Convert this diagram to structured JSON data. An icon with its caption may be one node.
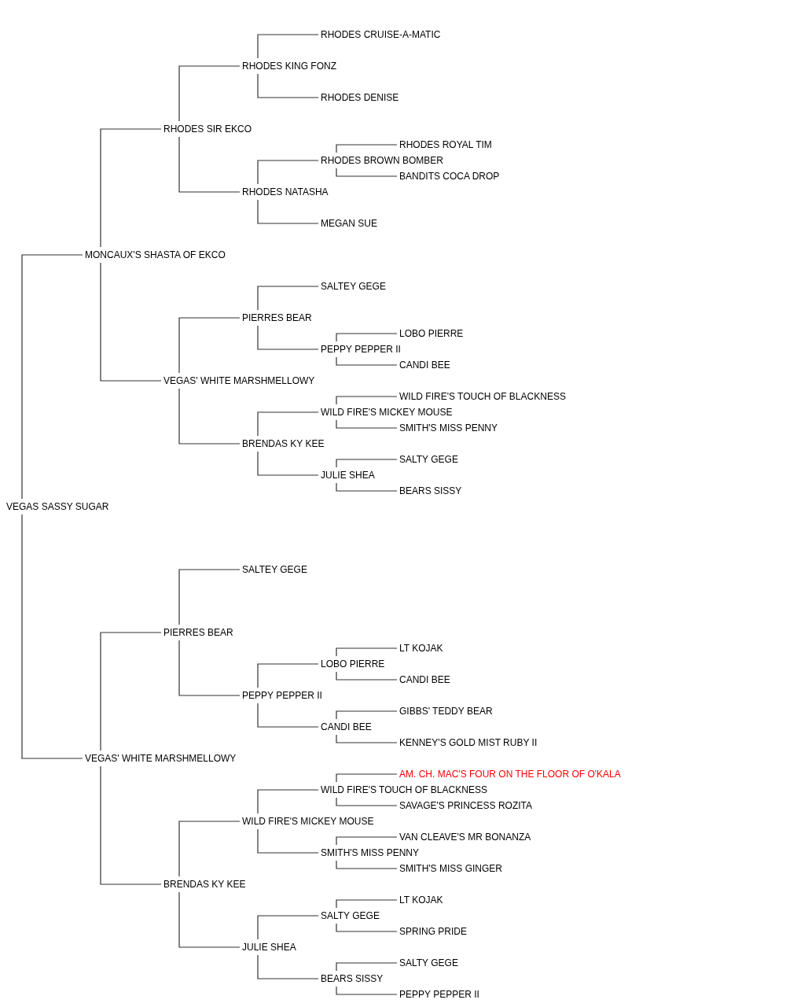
{
  "diagram": {
    "nodes": [
      {
        "text": [
          "VEGAS SASSY SUGAR"
        ]
      },
      {
        "text": [
          "MONCAUX'S SHASTA OF EKCO"
        ]
      },
      {
        "text": [
          "RHODES SIR EKCO"
        ]
      },
      {
        "text": [
          "RHODES KING FONZ"
        ]
      },
      {
        "text": [
          "RHODES CRUISE-A-MATIC"
        ]
      },
      {
        "text": [
          "RHODES DENISE"
        ]
      },
      {
        "text": [
          "RHODES NATASHA"
        ]
      },
      {
        "text": [
          "RHODES BROWN BOMBER"
        ]
      },
      {
        "text": [
          "RHODES ROYAL TIM"
        ]
      },
      {
        "text": [
          "BANDITS COCA DROP"
        ]
      },
      {
        "text": [
          "MEGAN SUE"
        ]
      },
      {
        "text": [
          "VEGAS' WHITE MARSHMELLOWY"
        ]
      },
      {
        "text": [
          "PIERRES BEAR"
        ]
      },
      {
        "text": [
          "SALTEY GEGE"
        ]
      },
      {
        "text": [
          "PEPPY PEPPER II"
        ]
      },
      {
        "text": [
          "LOBO PIERRE"
        ]
      },
      {
        "text": [
          "CANDI BEE"
        ]
      },
      {
        "text": [
          "BRENDAS KY KEE"
        ]
      },
      {
        "text": [
          "WILD FIRE'S MICKEY MOUSE"
        ]
      },
      {
        "text": [
          "WILD FIRE'S TOUCH OF BLACKNESS"
        ]
      },
      {
        "text": [
          "SMITH'S MISS PENNY"
        ]
      },
      {
        "text": [
          "JULIE SHEA"
        ]
      },
      {
        "text": [
          "SALTY GEGE"
        ]
      },
      {
        "text": [
          "BEARS SISSY"
        ]
      },
      {
        "text": [
          "VEGAS' WHITE MARSHMELLOWY"
        ]
      },
      {
        "text": [
          "PIERRES BEAR"
        ]
      },
      {
        "text": [
          "SALTEY GEGE"
        ]
      },
      {
        "text": [
          "PEPPY PEPPER II"
        ]
      },
      {
        "text": [
          "LOBO PIERRE"
        ]
      },
      {
        "text": [
          "LT KOJAK"
        ]
      },
      {
        "text": [
          "CANDI BEE"
        ]
      },
      {
        "text": [
          "CANDI BEE"
        ]
      },
      {
        "text": [
          "GIBBS' TEDDY BEAR"
        ]
      },
      {
        "text": [
          "KENNEY'S GOLD MIST RUBY II"
        ]
      },
      {
        "text": [
          "BRENDAS KY KEE"
        ]
      },
      {
        "text": [
          "WILD FIRE'S MICKEY MOUSE"
        ]
      },
      {
        "text": [
          "WILD FIRE'S TOUCH OF BLACKNESS"
        ]
      },
      {
        "text": [
          "AM. CH. MAC'S FOUR ON THE FLOOR OF O'KALA"
        ]
      },
      {
        "text": [
          "SAVAGE'S PRINCESS ROZITA"
        ]
      },
      {
        "text": [
          "SMITH'S MISS PENNY"
        ]
      },
      {
        "text": [
          "VAN CLEAVE'S MR BONANZA"
        ]
      },
      {
        "text": [
          "SMITH'S MISS GINGER"
        ]
      },
      {
        "text": [
          "JULIE SHEA"
        ]
      },
      {
        "text": [
          "SALTY GEGE"
        ]
      },
      {
        "text": [
          "LT KOJAK"
        ]
      },
      {
        "text": [
          "SPRING PRIDE"
        ]
      },
      {
        "text": [
          "BEARS SISSY"
        ]
      },
      {
        "text": [
          "SALTY GEGE"
        ]
      },
      {
        "text": [
          "PEPPY PEPPER II"
        ]
      }
    ],
    "edges": [
      {
        "from": 0,
        "to": 1,
        "arrow": "none"
      },
      {
        "from": 1,
        "to": 2,
        "arrow": "none"
      },
      {
        "from": 2,
        "to": 3,
        "arrow": "none"
      },
      {
        "from": 3,
        "to": 4,
        "arrow": "none"
      },
      {
        "from": 3,
        "to": 5,
        "arrow": "none"
      },
      {
        "from": 2,
        "to": 6,
        "arrow": "none"
      },
      {
        "from": 6,
        "to": 7,
        "arrow": "none"
      },
      {
        "from": 7,
        "to": 8,
        "arrow": "none"
      },
      {
        "from": 7,
        "to": 9,
        "arrow": "none"
      },
      {
        "from": 6,
        "to": 10,
        "arrow": "none"
      },
      {
        "from": 1,
        "to": 11,
        "arrow": "none"
      },
      {
        "from": 11,
        "to": 12,
        "arrow": "none"
      },
      {
        "from": 12,
        "to": 13,
        "arrow": "none"
      },
      {
        "from": 12,
        "to": 14,
        "arrow": "none"
      },
      {
        "from": 14,
        "to": 15,
        "arrow": "none"
      },
      {
        "from": 14,
        "to": 16,
        "arrow": "none"
      },
      {
        "from": 11,
        "to": 17,
        "arrow": "none"
      },
      {
        "from": 17,
        "to": 18,
        "arrow": "none"
      },
      {
        "from": 18,
        "to": 19,
        "arrow": "none"
      },
      {
        "from": 18,
        "to": 20,
        "arrow": "none"
      },
      {
        "from": 17,
        "to": 21,
        "arrow": "none"
      },
      {
        "from": 21,
        "to": 22,
        "arrow": "none"
      },
      {
        "from": 21,
        "to": 23,
        "arrow": "none"
      },
      {
        "from": 0,
        "to": 24,
        "arrow": "none"
      },
      {
        "from": 24,
        "to": 25,
        "arrow": "none"
      },
      {
        "from": 25,
        "to": 26,
        "arrow": "none"
      },
      {
        "from": 25,
        "to": 27,
        "arrow": "none"
      },
      {
        "from": 27,
        "to": 28,
        "arrow": "none"
      },
      {
        "from": 28,
        "to": 29,
        "arrow": "none"
      },
      {
        "from": 28,
        "to": 30,
        "arrow": "none"
      },
      {
        "from": 27,
        "to": 31,
        "arrow": "none"
      },
      {
        "from": 31,
        "to": 32,
        "arrow": "none"
      },
      {
        "from": 31,
        "to": 33,
        "arrow": "none"
      },
      {
        "from": 24,
        "to": 34,
        "arrow": "none"
      },
      {
        "from": 34,
        "to": 35,
        "arrow": "none"
      },
      {
        "from": 35,
        "to": 36,
        "arrow": "none"
      },
      {
        "from": 36,
        "to": 37,
        "arrow": "none"
      },
      {
        "from": 36,
        "to": 38,
        "arrow": "none"
      },
      {
        "from": 35,
        "to": 39,
        "arrow": "none"
      },
      {
        "from": 39,
        "to": 40,
        "arrow": "none"
      },
      {
        "from": 39,
        "to": 41,
        "arrow": "none"
      },
      {
        "from": 34,
        "to": 42,
        "arrow": "none"
      },
      {
        "from": 42,
        "to": 43,
        "arrow": "none"
      },
      {
        "from": 43,
        "to": 44,
        "arrow": "none"
      },
      {
        "from": 43,
        "to": 45,
        "arrow": "none"
      },
      {
        "from": 42,
        "to": 46,
        "arrow": "none"
      },
      {
        "from": 46,
        "to": 47,
        "arrow": "none"
      },
      {
        "from": 46,
        "to": 48,
        "arrow": "none"
      }
    ]
  }
}
